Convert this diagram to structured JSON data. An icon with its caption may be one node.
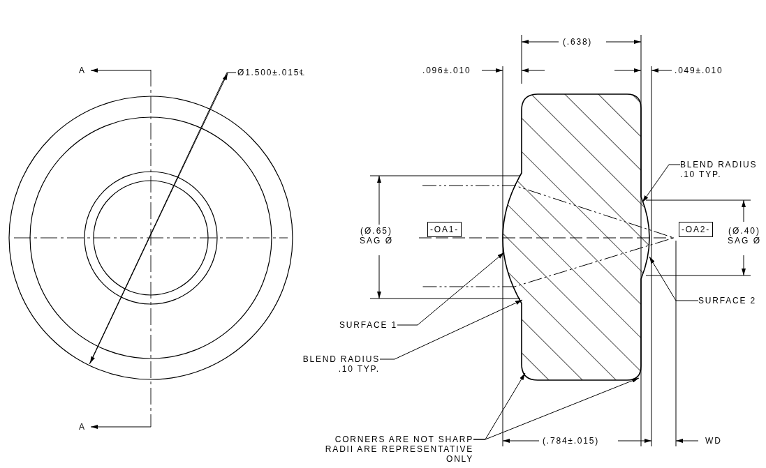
{
  "diagram": {
    "nodes": [
      {
        "text": [
          "SURFACE 1"
        ]
      },
      {
        "text": [
          "BLEND RADIUS .10 TYP."
        ]
      },
      {
        "text": [
          "BLEND RADIUS .10 TYP."
        ]
      },
      {
        "text": [
          "SURFACE 2"
        ]
      },
      {
        "text": [
          "CORNERS ARE NOT SHARP RADII ARE REPRESENTATIVE ONLY"
        ]
      },
      {
        "text": [
          "-OA1-"
        ]
      },
      {
        "text": [
          "-OA2-"
        ]
      }
    ],
    "edges": [
      {
        "from": 0,
        "to": null,
        "arrow": "to"
      },
      {
        "from": 1,
        "to": null,
        "arrow": "to"
      },
      {
        "from": 2,
        "to": null,
        "arrow": "to"
      },
      {
        "from": 3,
        "to": null,
        "arrow": "to"
      },
      {
        "from": 4,
        "to": null,
        "arrow": "to"
      },
      {
        "from": 4,
        "to": null,
        "arrow": "to"
      }
    ],
    "labels": [
      "A",
      "Ø1.500±.015℄",
      "(.638)",
      ".096±.010",
      ".049±.010",
      "(Ø.65) SAG Ø",
      "(Ø.40) SAG Ø",
      "A",
      "(.784±.015)",
      "WD"
    ]
  }
}
